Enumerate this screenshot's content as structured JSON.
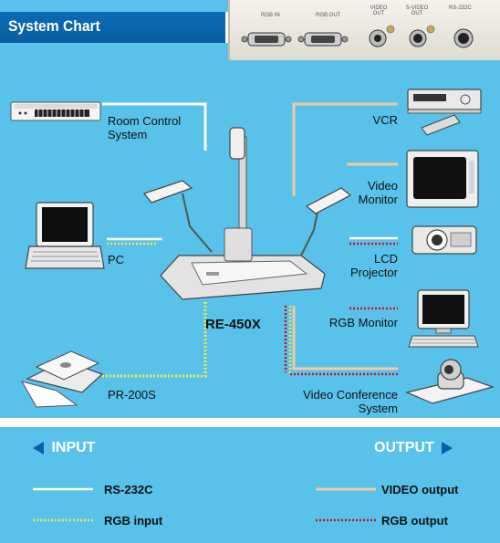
{
  "header": {
    "title": "System Chart"
  },
  "connector_panel": {
    "labels": [
      "RGB IN",
      "RGB OUT",
      "VIDEO OUT",
      "S-VIDEO OUT",
      "RS-232C"
    ]
  },
  "devices": {
    "room_control": "Room Control\nSystem",
    "pc": "PC",
    "printer": "PR-200S",
    "vcr": "VCR",
    "video_monitor": "Video\nMonitor",
    "lcd_projector": "LCD\nProjector",
    "rgb_monitor": "RGB Monitor",
    "video_conference": "Video Conference\nSystem"
  },
  "center": {
    "model": "RE-450X"
  },
  "legend": {
    "input_title": "INPUT",
    "output_title": "OUTPUT",
    "rs232c": "RS-232C",
    "rgb_input": "RGB input",
    "video_output": "VIDEO output",
    "rgb_output": "RGB output"
  },
  "colors": {
    "background": "#59c2ea",
    "header": "#0b6bb4",
    "rs232c_line": "#ffffff",
    "rgb_input_line": "#f7e64a",
    "video_output_line": "#f2c9a0",
    "rgb_output_line": "#c8102e"
  }
}
